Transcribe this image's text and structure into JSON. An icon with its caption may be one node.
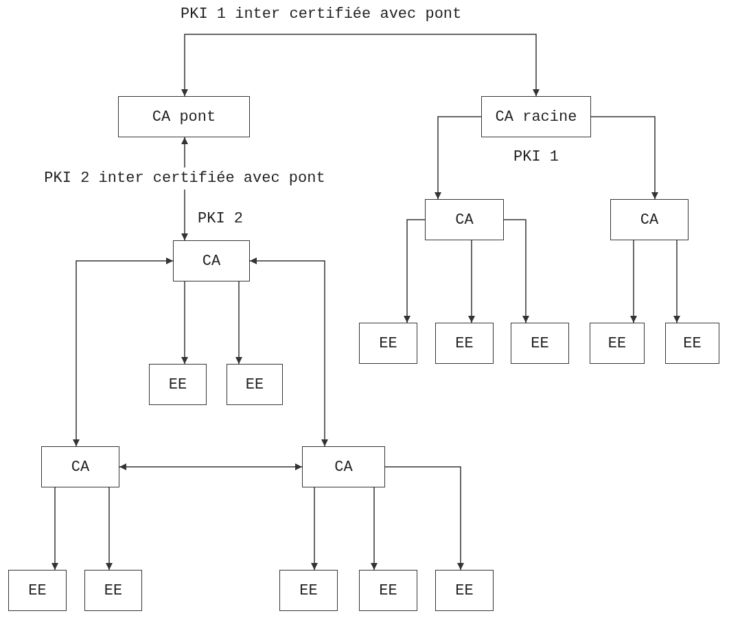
{
  "diagram": {
    "nodes": [
      {
        "text": [
          "CA pont"
        ]
      },
      {
        "text": [
          "CA racine"
        ],
        "beside": [
          "PKI 1"
        ]
      },
      {
        "text": [
          "CA"
        ]
      },
      {
        "text": [
          "CA"
        ]
      },
      {
        "text": [
          "CA"
        ],
        "beside": [
          "PKI 2"
        ]
      },
      {
        "text": [
          "EE"
        ]
      },
      {
        "text": [
          "EE"
        ]
      },
      {
        "text": [
          "EE"
        ]
      },
      {
        "text": [
          "EE"
        ]
      },
      {
        "text": [
          "EE"
        ]
      },
      {
        "text": [
          "EE"
        ]
      },
      {
        "text": [
          "EE"
        ]
      },
      {
        "text": [
          "CA"
        ]
      },
      {
        "text": [
          "CA"
        ]
      },
      {
        "text": [
          "EE"
        ]
      },
      {
        "text": [
          "EE"
        ]
      },
      {
        "text": [
          "EE"
        ]
      },
      {
        "text": [
          "EE"
        ]
      },
      {
        "text": [
          "EE"
        ]
      }
    ],
    "edges": [
      {
        "from": 0,
        "to": 1,
        "arrow": "both",
        "label": "PKI 1 inter certifiée avec pont"
      },
      {
        "from": 0,
        "to": 4,
        "arrow": "both",
        "label": "PKI 2 inter certifiée avec pont"
      },
      {
        "from": 1,
        "to": 2,
        "arrow": "to"
      },
      {
        "from": 1,
        "to": 3,
        "arrow": "to"
      },
      {
        "from": 2,
        "to": 5,
        "arrow": "to"
      },
      {
        "from": 2,
        "to": 6,
        "arrow": "to"
      },
      {
        "from": 2,
        "to": 7,
        "arrow": "to"
      },
      {
        "from": 3,
        "to": 8,
        "arrow": "to"
      },
      {
        "from": 3,
        "to": 9,
        "arrow": "to"
      },
      {
        "from": 4,
        "to": 10,
        "arrow": "to"
      },
      {
        "from": 4,
        "to": 11,
        "arrow": "to"
      },
      {
        "from": 4,
        "to": 12,
        "arrow": "both"
      },
      {
        "from": 4,
        "to": 13,
        "arrow": "both"
      },
      {
        "from": 12,
        "to": 13,
        "arrow": "both"
      },
      {
        "from": 12,
        "to": 14,
        "arrow": "to"
      },
      {
        "from": 12,
        "to": 15,
        "arrow": "to"
      },
      {
        "from": 13,
        "to": 16,
        "arrow": "to"
      },
      {
        "from": 13,
        "to": 17,
        "arrow": "to"
      },
      {
        "from": 13,
        "to": 18,
        "arrow": "to"
      }
    ]
  }
}
